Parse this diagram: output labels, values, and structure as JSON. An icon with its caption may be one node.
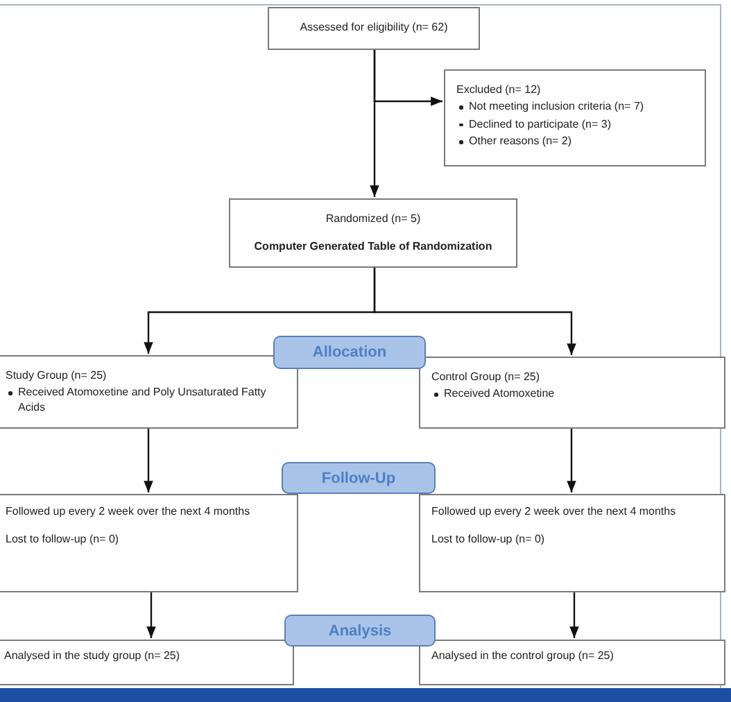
{
  "diagram": {
    "nodes": [
      {
        "text": [
          "Assessed for eligibility (n= 62)"
        ]
      },
      {
        "text": [
          "Excluded (n= 12)",
          "Not meeting inclusion criteria (n= 7)",
          "Declined to participate (n= 3)",
          "Other reasons (n= 2)"
        ]
      },
      {
        "text": [
          "Randomized (n= 5)",
          "Computer Generated Table of Randomization"
        ]
      },
      {
        "text": [
          "Allocation"
        ]
      },
      {
        "text": [
          "Study Group (n= 25)",
          "Received Atomoxetine and Poly Unsaturated Fatty Acids"
        ]
      },
      {
        "text": [
          "Control Group (n= 25)",
          "Received Atomoxetine"
        ]
      },
      {
        "text": [
          "Follow-Up"
        ]
      },
      {
        "text": [
          "Followed up every 2 week over the next 4 months",
          "Lost to follow-up (n= 0)"
        ]
      },
      {
        "text": [
          "Followed up every 2 week over the next 4 months",
          "Lost to follow-up (n= 0)"
        ]
      },
      {
        "text": [
          "Analysis"
        ]
      },
      {
        "text": [
          "Analysed in the study group (n= 25)"
        ]
      },
      {
        "text": [
          "Analysed in the control group (n= 25)"
        ]
      }
    ],
    "edges": [
      {
        "from": 0,
        "to": 1,
        "arrow": "to"
      },
      {
        "from": 0,
        "to": 2,
        "arrow": "to"
      },
      {
        "from": 2,
        "to": 4,
        "arrow": "to"
      },
      {
        "from": 2,
        "to": 5,
        "arrow": "to"
      },
      {
        "from": 4,
        "to": 7,
        "arrow": "to"
      },
      {
        "from": 5,
        "to": 8,
        "arrow": "to"
      },
      {
        "from": 7,
        "to": 10,
        "arrow": "to"
      },
      {
        "from": 8,
        "to": 11,
        "arrow": "to"
      }
    ]
  }
}
